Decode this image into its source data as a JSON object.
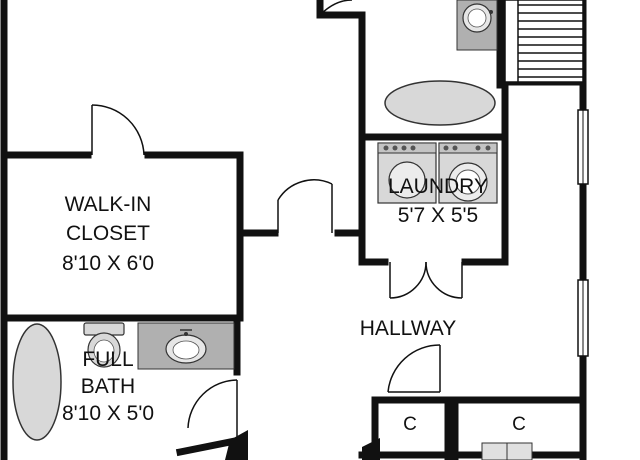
{
  "rooms": {
    "walk_in_closet": {
      "name_line1": "WALK-IN",
      "name_line2": "CLOSET",
      "dims": "8'10 X 6'0"
    },
    "laundry": {
      "name": "LAUNDRY",
      "dims": "5'7 X 5'5"
    },
    "hallway": {
      "name": "HALLWAY"
    },
    "full_bath": {
      "name_line1": "FULL",
      "name_line2": "BATH",
      "dims": "8'10 X 5'0"
    },
    "closets": [
      {
        "label": "C"
      },
      {
        "label": "C"
      }
    ]
  },
  "colors": {
    "wall": "#111111",
    "fixture_fill": "#d8d8d8",
    "fixture_stroke": "#333333",
    "counter_fill": "#b0b0b0",
    "background": "#ffffff"
  },
  "icons": [
    "toilet-icon",
    "sink-icon",
    "bathtub-icon",
    "washer-icon",
    "dryer-icon",
    "stairs-icon",
    "door-swing-icon",
    "window-icon"
  ]
}
